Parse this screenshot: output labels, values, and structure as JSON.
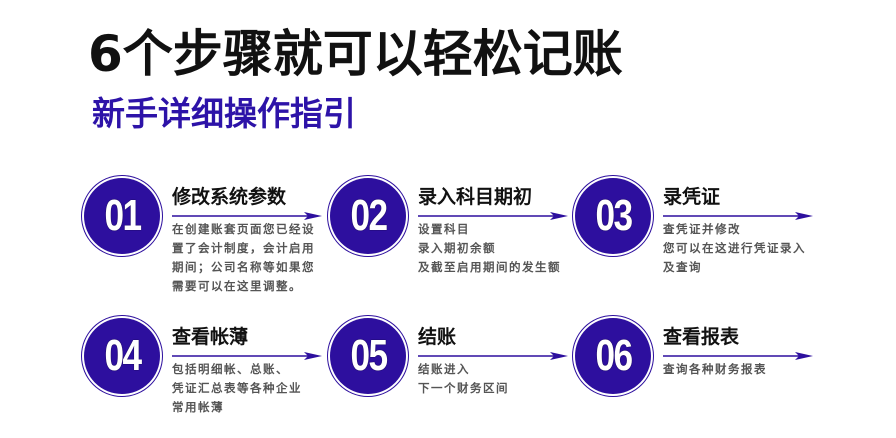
{
  "header": {
    "title": "6个步骤就可以轻松记账",
    "subtitle": "新手详细操作指引"
  },
  "colors": {
    "accent": "#2d0f9e",
    "subtitle": "#2d13a8"
  },
  "steps": [
    {
      "num": "01",
      "title": "修改系统参数",
      "lines": [
        "在创建账套页面您已经设",
        "置了会计制度，会计启用",
        "期间；公司名称等如果您",
        "需要可以在这里调整。"
      ]
    },
    {
      "num": "02",
      "title": "录入科目期初",
      "lines": [
        "设置科目",
        "录入期初余额",
        "及截至启用期间的发生额"
      ]
    },
    {
      "num": "03",
      "title": "录凭证",
      "lines": [
        "查凭证并修改",
        "您可以在这进行凭证录入",
        "及查询"
      ]
    },
    {
      "num": "04",
      "title": "查看帐薄",
      "lines": [
        "包括明细帐、总账、",
        "凭证汇总表等各种企业",
        "常用帐薄"
      ]
    },
    {
      "num": "05",
      "title": "结账",
      "lines": [
        "结账进入",
        "下一个财务区间"
      ]
    },
    {
      "num": "06",
      "title": "查看报表",
      "lines": [
        "查询各种财务报表"
      ]
    }
  ]
}
